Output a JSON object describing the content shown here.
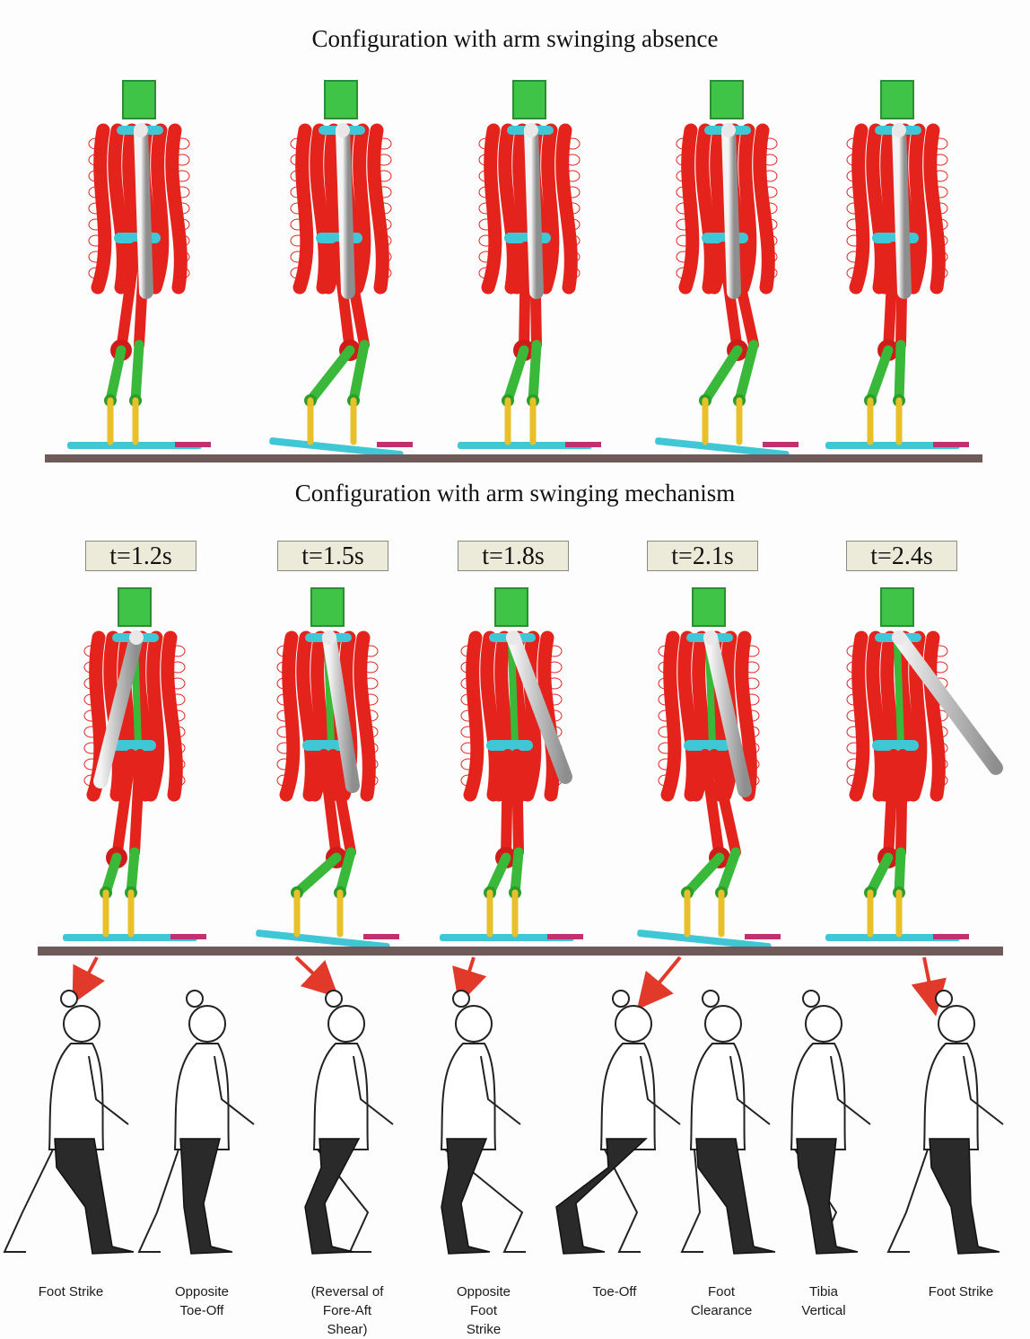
{
  "headings": {
    "top": "Configuration with arm swinging absence",
    "middle": "Configuration with arm swinging mechanism"
  },
  "time_labels": [
    "t=1.2s",
    "t=1.5s",
    "t=1.8s",
    "t=2.1s",
    "t=2.4s"
  ],
  "gait_phases": [
    "Foot Strike",
    "Opposite\nToe-Off",
    "(Reversal of\nFore-Aft\nShear)",
    "Opposite\nFoot\nStrike",
    "Toe-Off",
    "Foot\nClearance",
    "Tibia\nVertical",
    "Foot Strike"
  ],
  "colors": {
    "head": "#3fc447",
    "muscle": "#e3231c",
    "lower_leg": "#3ab83a",
    "thigh": "#e3231c",
    "joint_cyan": "#3fc7d6",
    "ankle": "#e8c02a",
    "arm": "#c9c9c9",
    "floor": "#6e5a58",
    "arrow": "#e23a2a",
    "legging": "#2a2a2a"
  }
}
